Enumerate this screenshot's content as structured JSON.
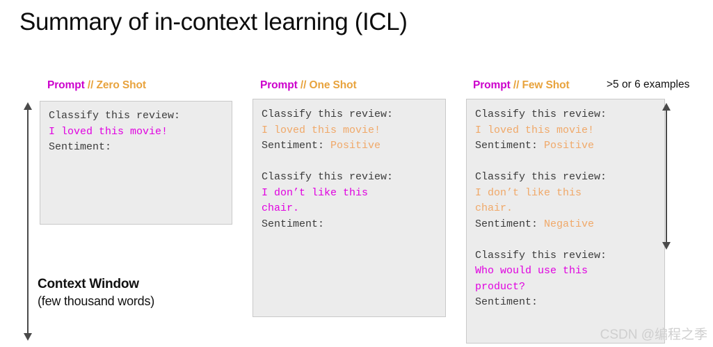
{
  "slide": {
    "title": "Summary of in-context learning (ICL)"
  },
  "colors": {
    "prompt_label": "#cc00cc",
    "mode_label": "#e8a33d",
    "code_default": "#3b3b3b",
    "code_magenta": "#e000e0",
    "code_orange": "#f0a868",
    "box_background": "#ececec",
    "box_border": "#c9c9c9",
    "arrow": "#4a4a4a"
  },
  "columns": [
    {
      "id": "zero-shot",
      "header_prompt": "Prompt",
      "header_mode": "// Zero Shot",
      "lines": [
        {
          "text": "Classify this review:",
          "color": "dark"
        },
        {
          "text": "I loved this movie!",
          "color": "magenta"
        },
        {
          "text": "Sentiment:",
          "color": "dark"
        }
      ]
    },
    {
      "id": "one-shot",
      "header_prompt": "Prompt",
      "header_mode": "// One Shot",
      "lines": [
        {
          "text": "Classify this review:",
          "color": "dark"
        },
        {
          "text": "I loved this movie!",
          "color": "orange"
        },
        {
          "text": "Sentiment: Positive",
          "color": "dark-orange-split",
          "prefix": "Sentiment: ",
          "suffix": "Positive"
        },
        {
          "text": "",
          "color": "blank"
        },
        {
          "text": "Classify this review:",
          "color": "dark"
        },
        {
          "text": "I don’t like this",
          "color": "magenta"
        },
        {
          "text": "chair.",
          "color": "magenta"
        },
        {
          "text": "Sentiment:",
          "color": "dark"
        }
      ]
    },
    {
      "id": "few-shot",
      "header_prompt": "Prompt",
      "header_mode": "// Few Shot",
      "annotation": ">5 or 6 examples",
      "lines": [
        {
          "text": "Classify this review:",
          "color": "dark"
        },
        {
          "text": "I loved this movie!",
          "color": "orange"
        },
        {
          "text": "Sentiment: Positive",
          "color": "dark-orange-split",
          "prefix": "Sentiment: ",
          "suffix": "Positive"
        },
        {
          "text": "",
          "color": "blank"
        },
        {
          "text": "Classify this review:",
          "color": "dark"
        },
        {
          "text": "I don’t like this",
          "color": "orange"
        },
        {
          "text": "chair.",
          "color": "orange"
        },
        {
          "text": "Sentiment: Negative",
          "color": "dark-orange-split",
          "prefix": "Sentiment: ",
          "suffix": "Negative"
        },
        {
          "text": "",
          "color": "blank"
        },
        {
          "text": "Classify this review:",
          "color": "dark"
        },
        {
          "text": "Who would use this",
          "color": "magenta"
        },
        {
          "text": "product?",
          "color": "magenta"
        },
        {
          "text": "Sentiment:",
          "color": "dark"
        }
      ]
    }
  ],
  "context_window": {
    "title": "Context Window",
    "subtitle": "(few thousand words)"
  },
  "watermark": {
    "text": "CSDN @编程之季"
  }
}
